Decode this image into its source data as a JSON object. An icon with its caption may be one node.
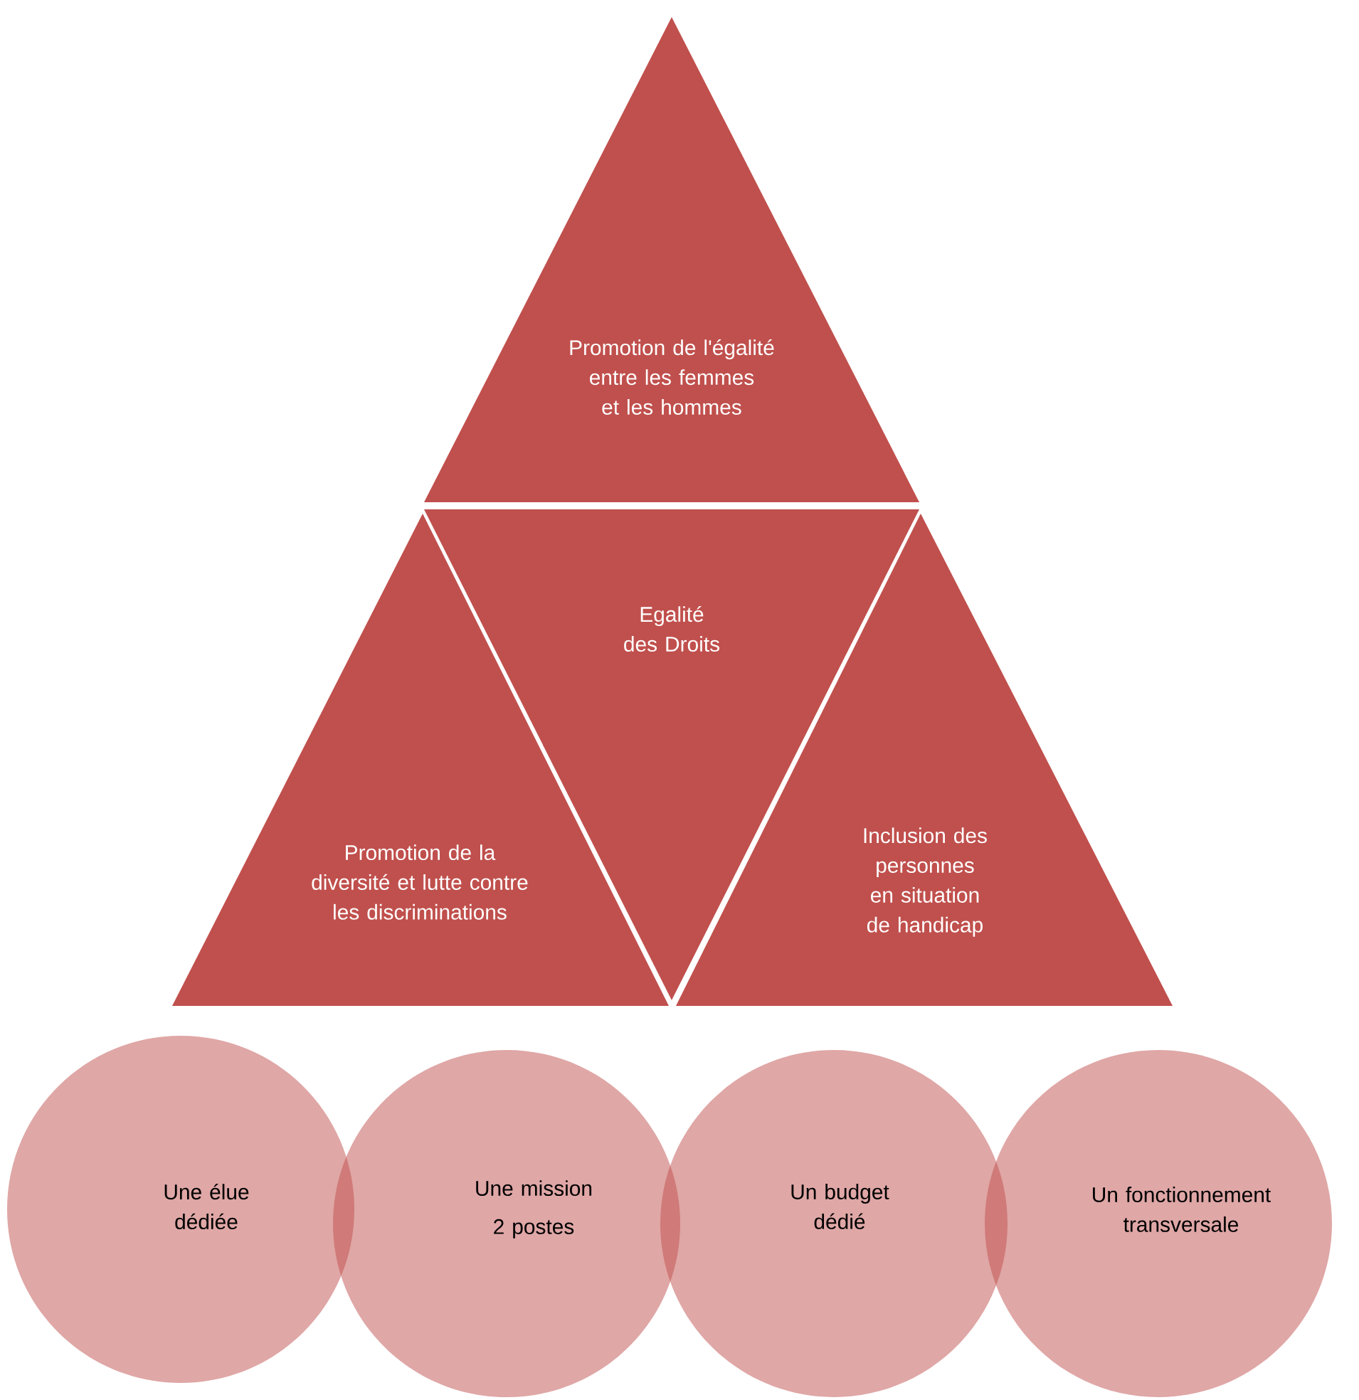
{
  "diagram": {
    "nodes": [
      {
        "text": [
          "Promotion de l'égalité entre les femmes et les hommes"
        ]
      },
      {
        "text": [
          "Egalité des Droits"
        ]
      },
      {
        "text": [
          "Promotion de la diversité et lutte contre les discriminations"
        ]
      },
      {
        "text": [
          "Inclusion des personnes en situation de handicap"
        ]
      },
      {
        "text": [
          "Une élue dédiée"
        ]
      },
      {
        "text": [
          "Une mission",
          "2 postes"
        ]
      },
      {
        "text": [
          "Un budget dédié"
        ]
      },
      {
        "text": [
          "Un fonctionnement transversale"
        ]
      }
    ]
  }
}
